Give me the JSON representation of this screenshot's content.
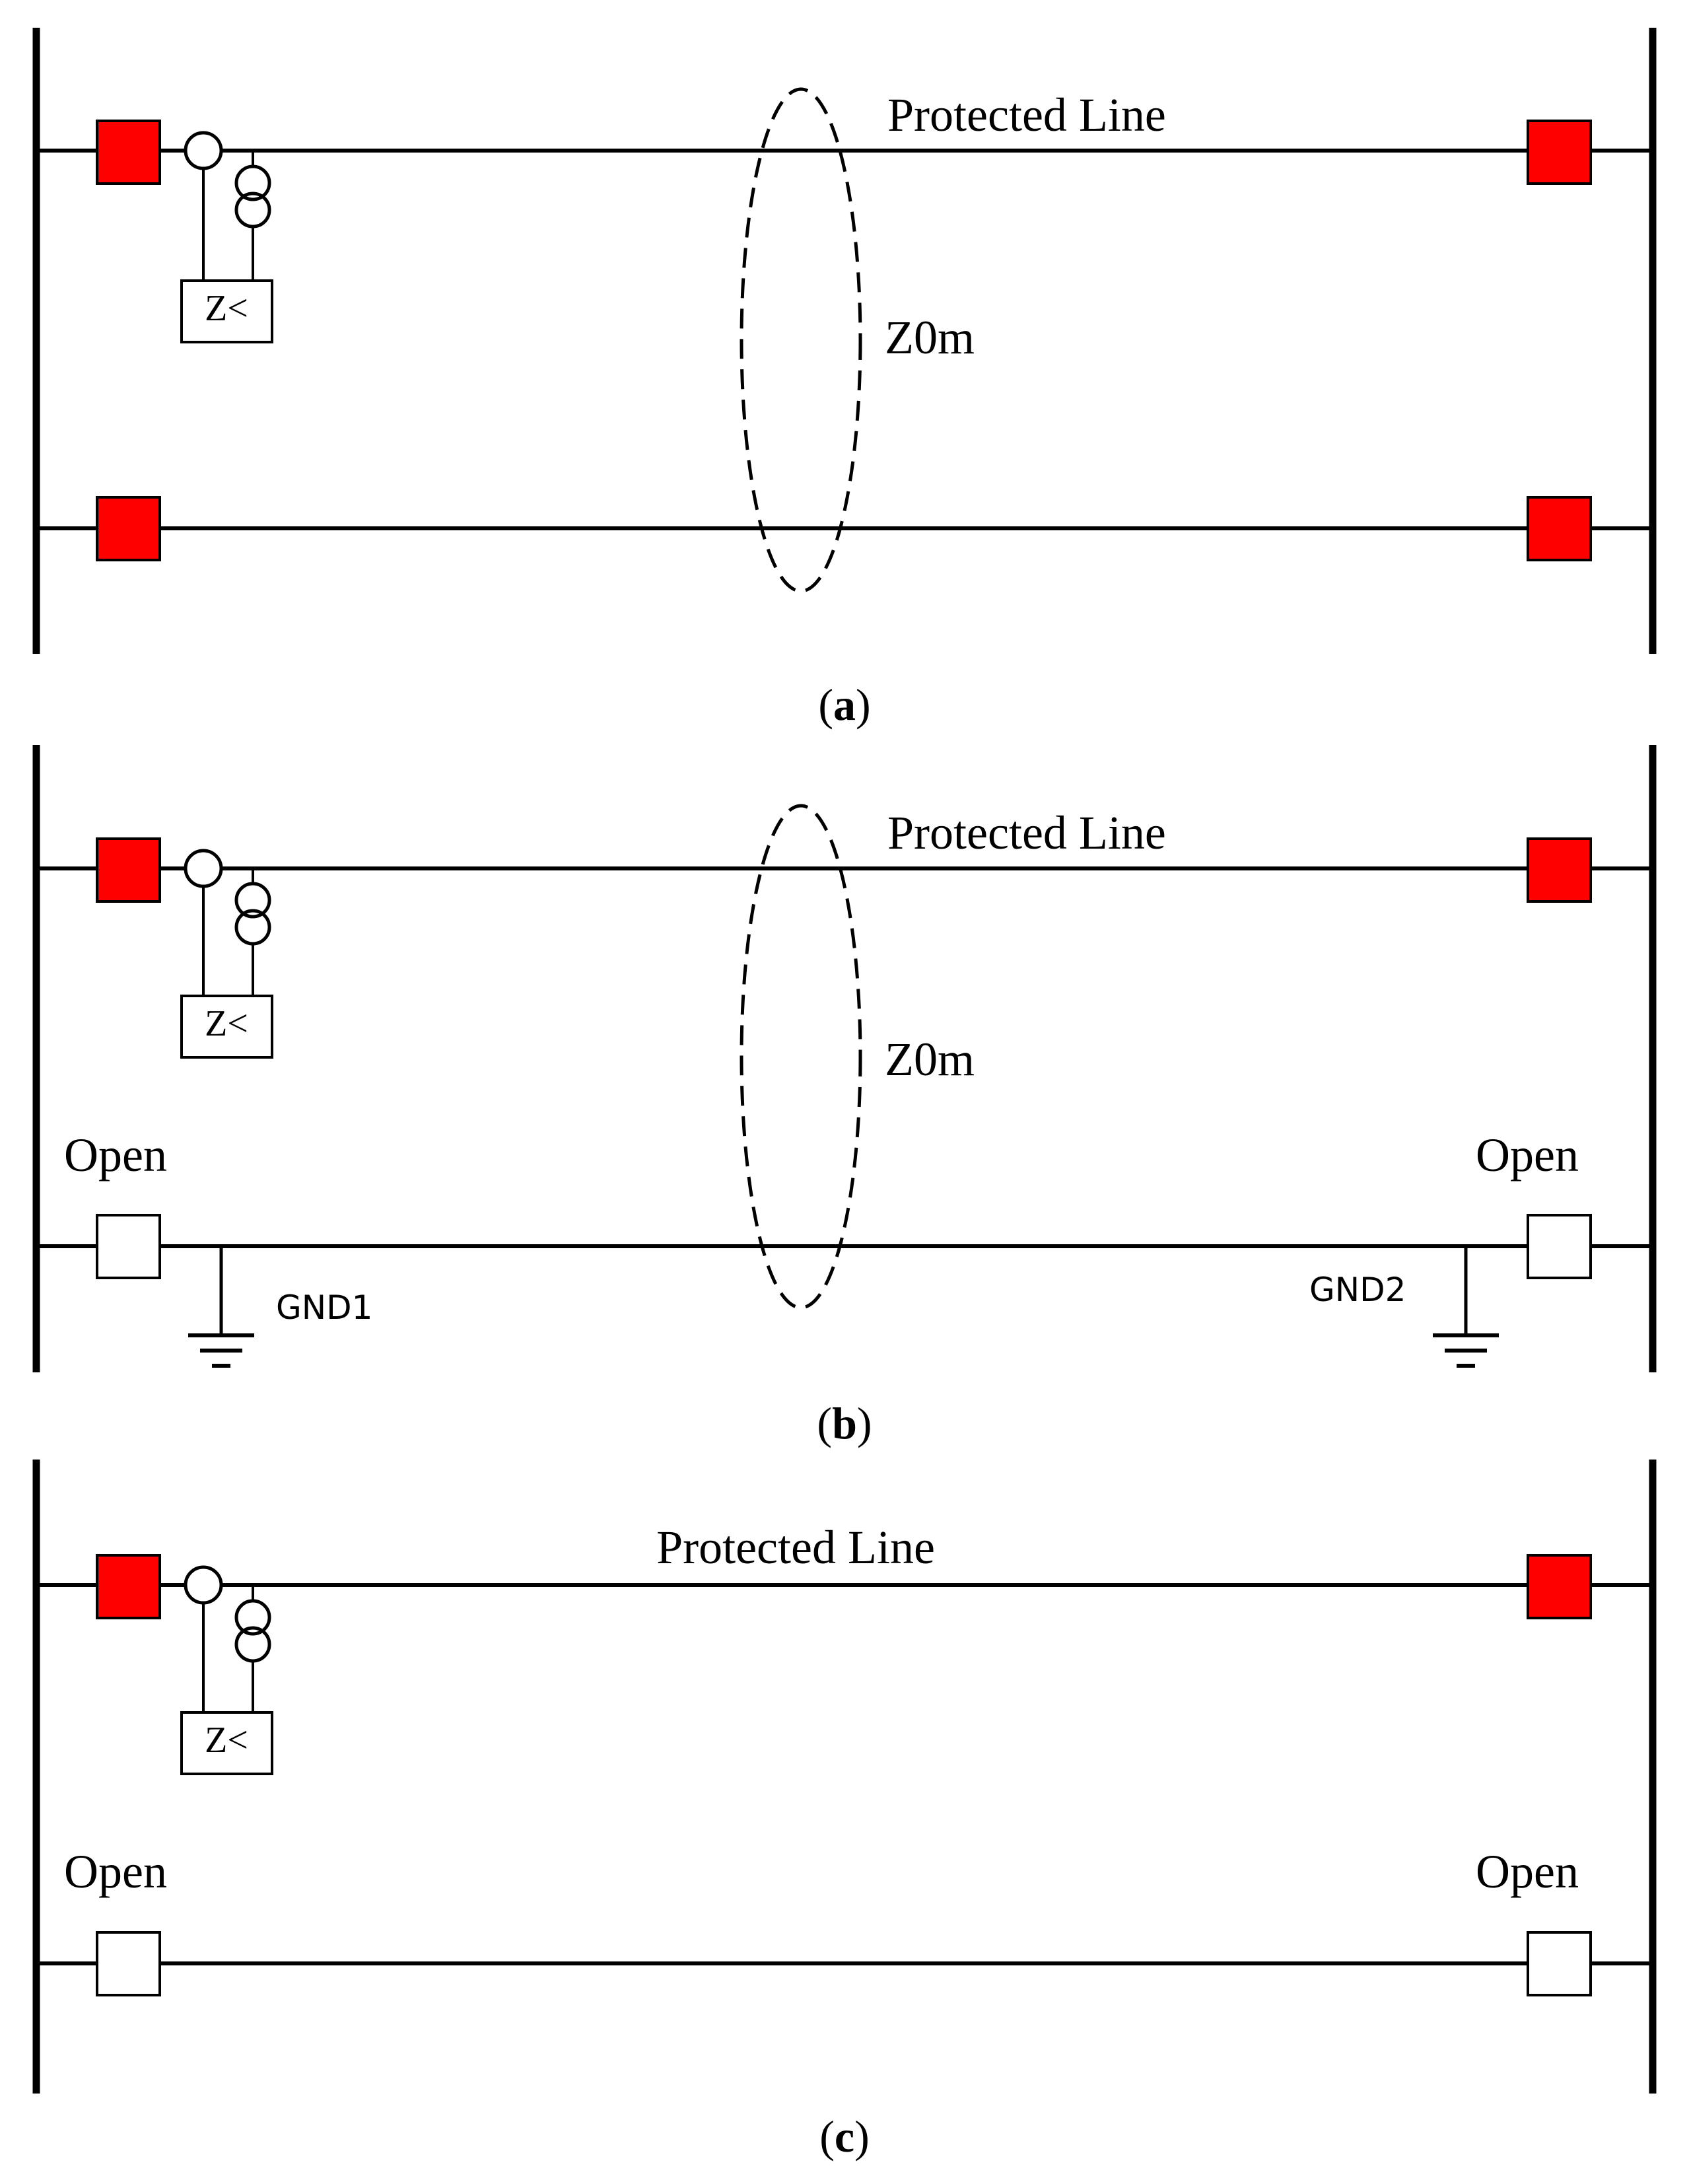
{
  "colors": {
    "closed_breaker": "#ff0000",
    "open_breaker": "#ffffff",
    "line": "#000000"
  },
  "panels": [
    {
      "caption": "a",
      "protected_line_label": "Protected Line",
      "mutual_label": "Z0m",
      "relay_label": "Z<",
      "second_line_state": "closed"
    },
    {
      "caption": "b",
      "protected_line_label": "Protected Line",
      "mutual_label": "Z0m",
      "relay_label": "Z<",
      "second_line_state": "open",
      "left_open_label": "Open",
      "right_open_label": "Open",
      "ground_left_label": "GND1",
      "ground_right_label": "GND2"
    },
    {
      "caption": "c",
      "protected_line_label": "Protected Line",
      "relay_label": "Z<",
      "second_line_state": "open",
      "left_open_label": "Open",
      "right_open_label": "Open"
    }
  ]
}
